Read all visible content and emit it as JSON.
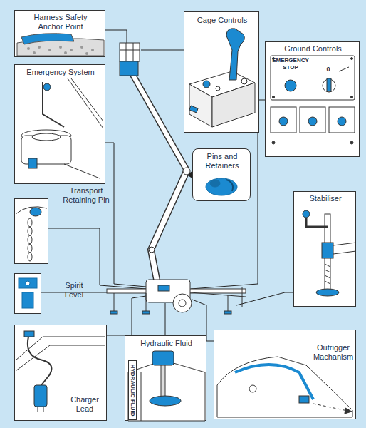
{
  "diagram": {
    "nodes": [
      {
        "text": [
          "Harness Safety Anchor Point"
        ]
      },
      {
        "text": [
          "Cage Controls"
        ]
      },
      {
        "text": [
          "Ground Controls"
        ]
      },
      {
        "text": [
          "Emergency System"
        ]
      },
      {
        "text": [
          "Pins and Retainers"
        ]
      },
      {
        "text": [
          "Transport Retaining Pin"
        ]
      },
      {
        "text": [
          "Stabiliser"
        ]
      },
      {
        "text": [
          "Spirit Level"
        ]
      },
      {
        "text": [
          "Charger Lead"
        ]
      },
      {
        "text": [
          "Hydraulic Fluid"
        ]
      },
      {
        "text": [
          "Outrigger Machanism"
        ]
      }
    ],
    "labels": [
      "EMERGENCY STOP",
      "0",
      "HYDRAULIC FLUID"
    ]
  }
}
